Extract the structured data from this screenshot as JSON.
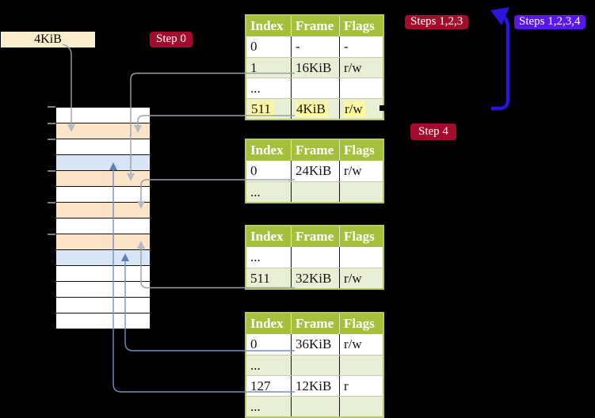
{
  "colors": {
    "header-green": "#a5c13c",
    "row-green": "#e9efd5",
    "table-border": "#b6ca63",
    "frame-orange": "#fce4c9",
    "frame-blue": "#d8e5f6",
    "badge-crimson": "#a40c2e",
    "badge-violet": "#5a18e8",
    "highlight-yellow": "#fdf9a2",
    "label-cream": "#f8ecca",
    "arrow-blue": "#2b15dd",
    "line-gray": "#9aa0a8",
    "head-gray": "#b3bbc6",
    "line-blue": "#7191c5",
    "head-blue": "#5d80b8",
    "tick-gray": "#808080"
  },
  "labels": {
    "frame_size": "4KiB",
    "step0": "Step 0",
    "steps123": "Steps 1,2,3",
    "steps1234": "Steps 1,2,3,4",
    "step4": "Step 4"
  },
  "memory": {
    "rows": [
      "empty",
      "page-table",
      "empty",
      "mapped",
      "page-table",
      "empty",
      "page-table",
      "empty",
      "page-table",
      "mapped",
      "empty",
      "empty",
      "empty",
      "empty"
    ]
  },
  "tables": [
    {
      "name": "level-4",
      "headers": [
        "Index",
        "Frame",
        "Flags"
      ],
      "rows": [
        {
          "index": "0",
          "frame": "-",
          "flags": "-",
          "shade": false,
          "highlight": false
        },
        {
          "index": "1",
          "frame": "16KiB",
          "flags": "r/w",
          "shade": true,
          "highlight": false
        },
        {
          "index": "...",
          "frame": "",
          "flags": "",
          "shade": false,
          "highlight": false
        },
        {
          "index": "511",
          "frame": "4KiB",
          "flags": "r/w",
          "shade": true,
          "highlight": true
        }
      ]
    },
    {
      "name": "level-3",
      "headers": [
        "Index",
        "Frame",
        "Flags"
      ],
      "rows": [
        {
          "index": "0",
          "frame": "24KiB",
          "flags": "r/w",
          "shade": false,
          "highlight": false
        },
        {
          "index": "...",
          "frame": "",
          "flags": "",
          "shade": true,
          "highlight": false
        }
      ]
    },
    {
      "name": "level-2",
      "headers": [
        "Index",
        "Frame",
        "Flags"
      ],
      "rows": [
        {
          "index": "...",
          "frame": "",
          "flags": "",
          "shade": false,
          "highlight": false
        },
        {
          "index": "511",
          "frame": "32KiB",
          "flags": "r/w",
          "shade": true,
          "highlight": false
        }
      ]
    },
    {
      "name": "level-1",
      "headers": [
        "Index",
        "Frame",
        "Flags"
      ],
      "rows": [
        {
          "index": "0",
          "frame": "36KiB",
          "flags": "r/w",
          "shade": false,
          "highlight": false
        },
        {
          "index": "...",
          "frame": "",
          "flags": "",
          "shade": true,
          "highlight": false
        },
        {
          "index": "127",
          "frame": "12KiB",
          "flags": "r",
          "shade": false,
          "highlight": false
        },
        {
          "index": "...",
          "frame": "",
          "flags": "",
          "shade": true,
          "highlight": false
        }
      ]
    }
  ]
}
